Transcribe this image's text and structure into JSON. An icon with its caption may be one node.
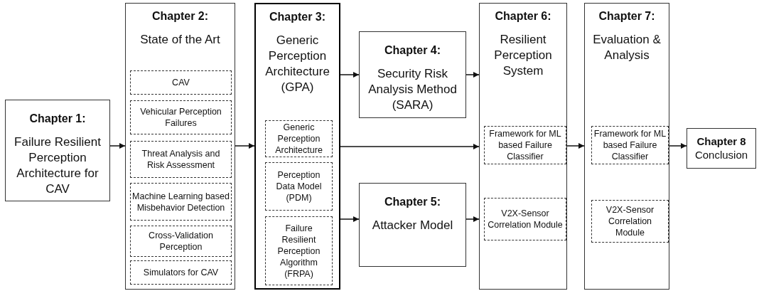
{
  "diagram": {
    "nodes": [
      {
        "text": [
          "Chapter 1:",
          "Failure Resilient Perception Architecture for CAV"
        ]
      },
      {
        "text": [
          "Chapter 2:",
          "State of the Art"
        ]
      },
      {
        "text": [
          "CAV"
        ],
        "in": 1
      },
      {
        "text": [
          "Vehicular Perception Failures"
        ],
        "in": 1
      },
      {
        "text": [
          "Threat Analysis and Risk Assessment"
        ],
        "in": 1
      },
      {
        "text": [
          "Machine Learning based Misbehavior Detection"
        ],
        "in": 1
      },
      {
        "text": [
          "Cross-Validation Perception"
        ],
        "in": 1
      },
      {
        "text": [
          "Simulators for CAV"
        ],
        "in": 1
      },
      {
        "text": [
          "Chapter 3:",
          "Generic Perception Architecture (GPA)"
        ]
      },
      {
        "text": [
          "Generic Perception Architecture"
        ],
        "in": 8
      },
      {
        "text": [
          "Perception Data Model (PDM)"
        ],
        "in": 8
      },
      {
        "text": [
          "Failure Resilient Perception Algorithm (FRPA)"
        ],
        "in": 8
      },
      {
        "text": [
          "Chapter 4:",
          "Security Risk Analysis Method (SARA)"
        ]
      },
      {
        "text": [
          "Chapter 5:",
          "Attacker Model"
        ]
      },
      {
        "text": [
          "Chapter 6:",
          "Resilient Perception System"
        ]
      },
      {
        "text": [
          "Framework for ML based Failure Classifier"
        ],
        "in": 14
      },
      {
        "text": [
          "V2X-Sensor Correlation Module"
        ],
        "in": 14
      },
      {
        "text": [
          "Chapter 7:",
          "Evaluation & Analysis"
        ]
      },
      {
        "text": [
          "Framework for ML based Failure Classifier"
        ],
        "in": 17
      },
      {
        "text": [
          "V2X-Sensor Correlation Module"
        ],
        "in": 17
      },
      {
        "text": [
          "Chapter 8",
          "Conclusion"
        ]
      }
    ],
    "edges": [
      {
        "from": 0,
        "to": 1,
        "arrow": "to"
      },
      {
        "from": 1,
        "to": 8,
        "arrow": "to"
      },
      {
        "from": 8,
        "to": 12,
        "arrow": "to"
      },
      {
        "from": 8,
        "to": 14,
        "arrow": "to"
      },
      {
        "from": 8,
        "to": 13,
        "arrow": "to"
      },
      {
        "from": 12,
        "to": 14,
        "arrow": "to"
      },
      {
        "from": 13,
        "to": 14,
        "arrow": "to"
      },
      {
        "from": 14,
        "to": 17,
        "arrow": "to"
      },
      {
        "from": 17,
        "to": 20,
        "arrow": "to"
      }
    ]
  }
}
